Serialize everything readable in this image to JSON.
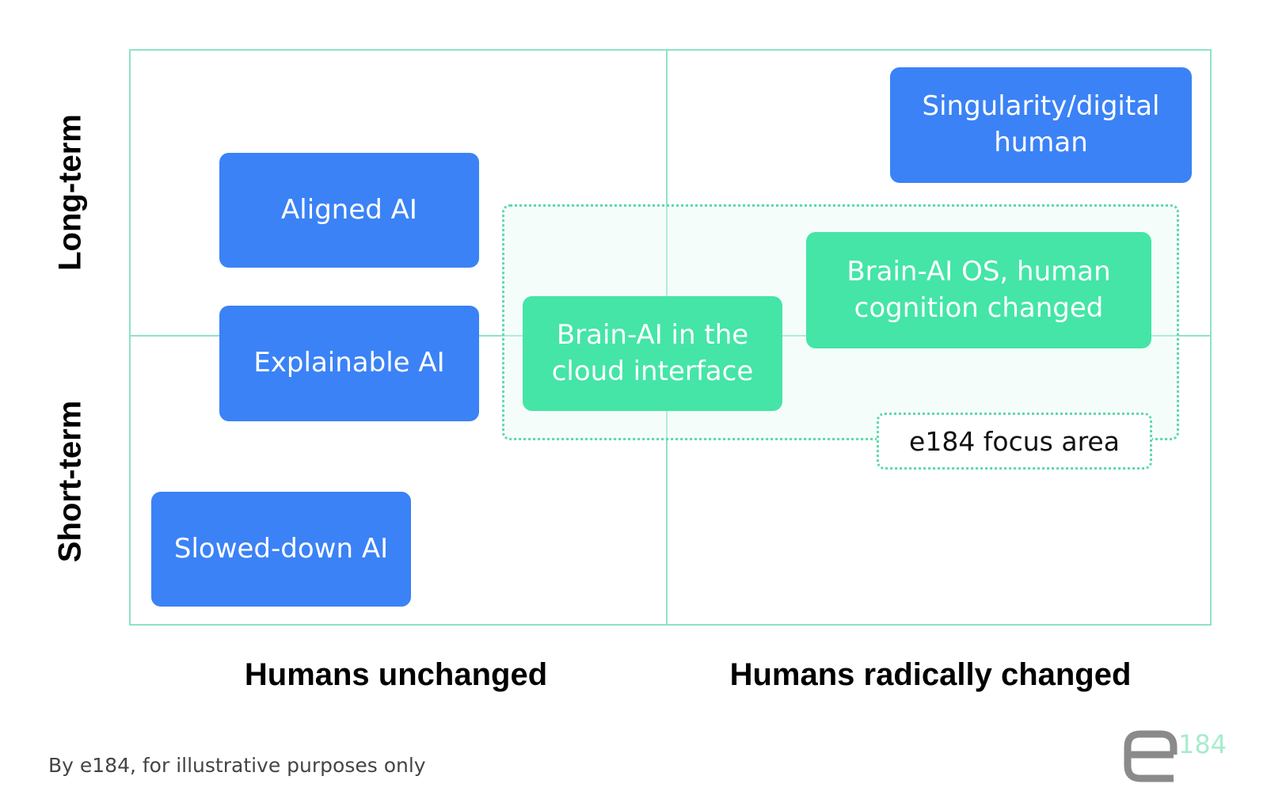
{
  "colors": {
    "grid": "#8fe3c4",
    "blue_box": "#3b82f6",
    "green_box": "#44e5a7",
    "focus_border": "#5fd9a8",
    "logo_gray": "#8a8a8a",
    "logo_mint": "#a6eccf"
  },
  "axes": {
    "y_top": "Long-term",
    "y_bottom": "Short-term",
    "x_left": "Humans unchanged",
    "x_right": "Humans radically changed"
  },
  "boxes": {
    "singularity": "Singularity/digital human",
    "aligned_ai": "Aligned AI",
    "explainable_ai": "Explainable AI",
    "slowed_down_ai": "Slowed-down AI",
    "brain_ai_cloud": "Brain-AI in the cloud interface",
    "brain_ai_os": "Brain-AI OS, human cognition changed"
  },
  "focus_area": {
    "label": "e184 focus area"
  },
  "footer": {
    "credit": "By e184, for illustrative purposes only",
    "logo_text": "e184"
  }
}
